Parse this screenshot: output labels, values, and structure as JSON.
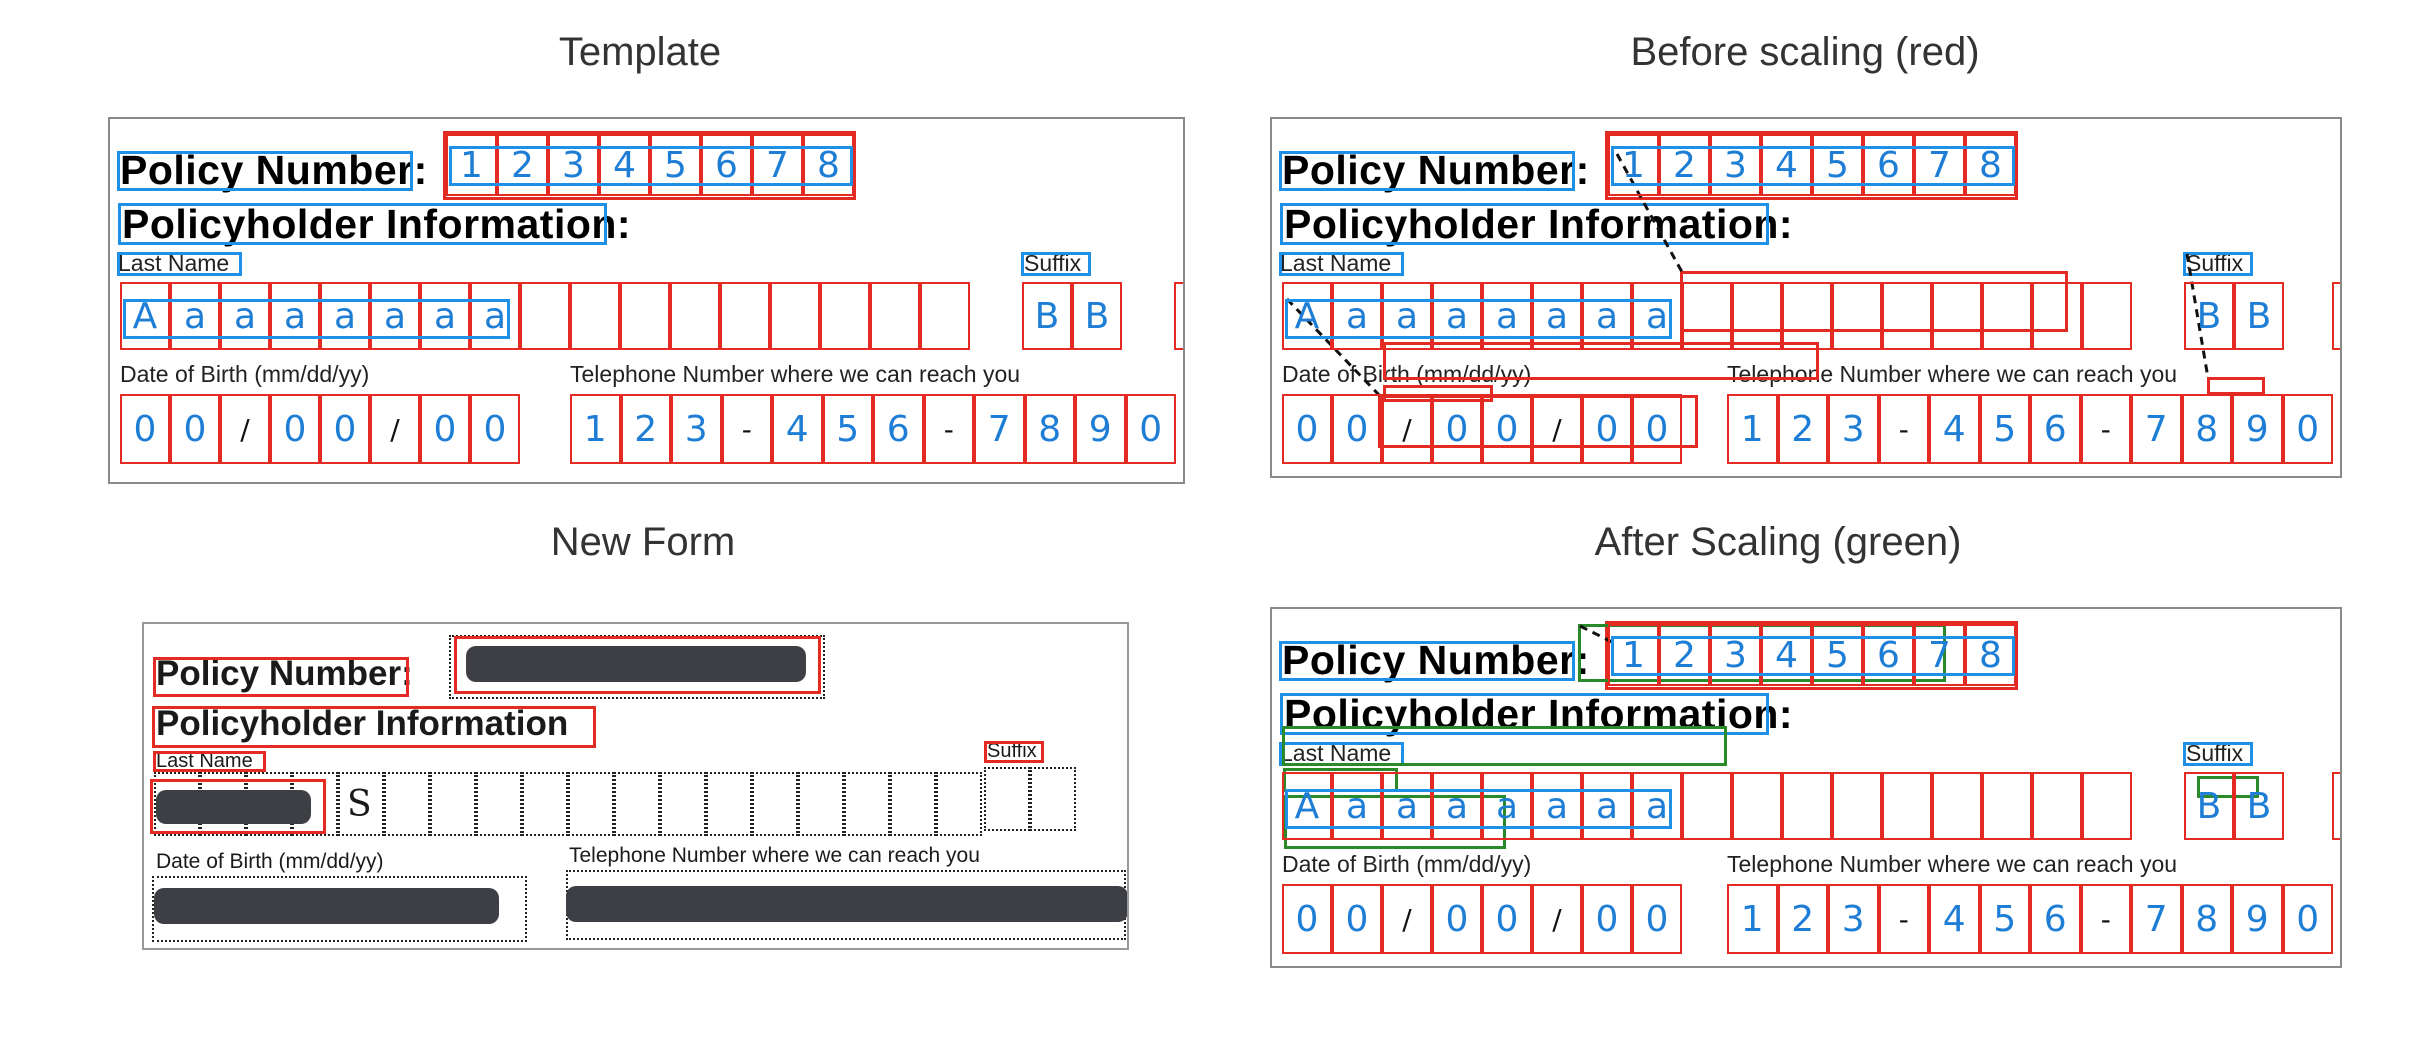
{
  "titles": {
    "template": "Template",
    "before": "Before scaling (red)",
    "new_form": "New Form",
    "after": "After Scaling (green)"
  },
  "form": {
    "policy_number_label": "Policy Number:",
    "policy_number_digits": [
      "1",
      "2",
      "3",
      "4",
      "5",
      "6",
      "7",
      "8"
    ],
    "section_heading": "Policyholder Information:",
    "last_name_label": "Last Name",
    "last_name_chars": [
      "A",
      "a",
      "a",
      "a",
      "a",
      "a",
      "a",
      "a"
    ],
    "suffix_label": "Suffix",
    "suffix_chars": [
      "B",
      "B"
    ],
    "dob_label": "Date of Birth (mm/dd/yy)",
    "dob_chars": [
      "0",
      "0",
      "/",
      "0",
      "0",
      "/",
      "0",
      "0"
    ],
    "phone_label": "Telephone Number where we can reach you",
    "phone_chars": [
      "1",
      "2",
      "3",
      "-",
      "4",
      "5",
      "6",
      "-",
      "7",
      "8",
      "9",
      "0"
    ]
  },
  "new_form": {
    "policy_number_label": "Policy Number:",
    "section_heading": "Policyholder Information",
    "last_name_label": "Last Name",
    "suffix_label": "Suffix",
    "dob_label": "Date of Birth (mm/dd/yy)",
    "phone_label": "Telephone Number where we can reach you",
    "trailing_char": "S"
  },
  "colors": {
    "template_box": "#1e90e6",
    "unscaled_box": "#e32b24",
    "scaled_box": "#2a8a2a",
    "redaction": "#3d3f44"
  }
}
